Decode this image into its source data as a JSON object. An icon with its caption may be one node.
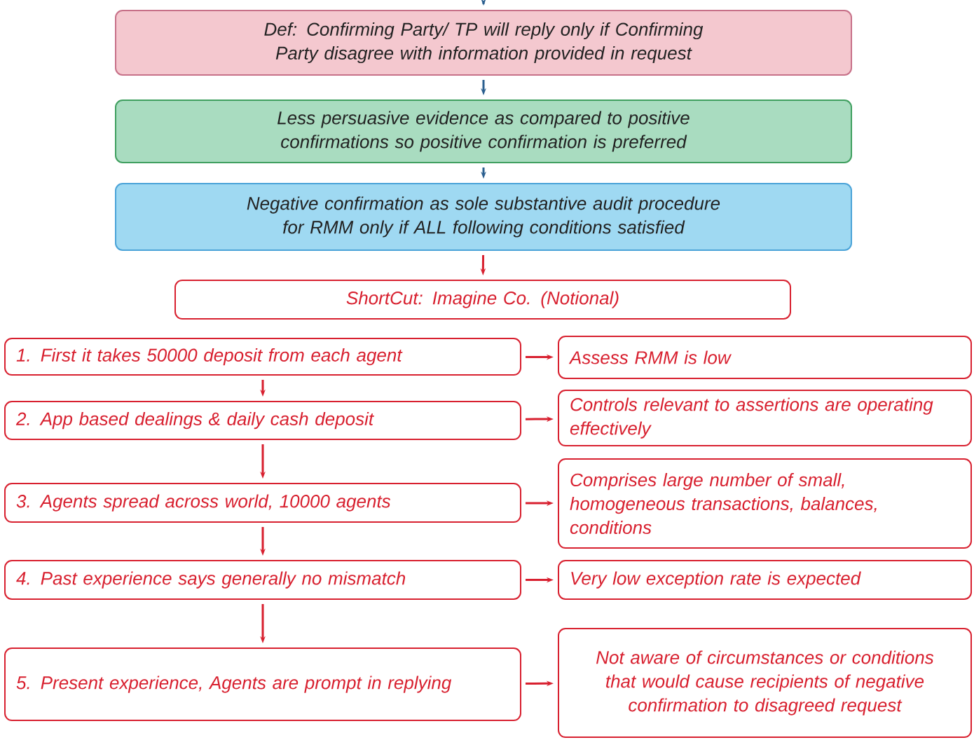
{
  "diagram": {
    "nodes": [
      {
        "text": [
          "Def: Confirming Party/ TP will reply only if Confirming Party disagree with information provided in request"
        ]
      },
      {
        "text": [
          "Less persuasive evidence as compared to positive confirmations so positive confirmation is preferred"
        ]
      },
      {
        "text": [
          "Negative confirmation as sole substantive audit procedure for RMM only if ALL following conditions satisfied"
        ]
      },
      {
        "text": [
          "ShortCut: Imagine Co. (Notional)"
        ]
      },
      {
        "text": [
          "1. First it takes 50000 deposit from each agent"
        ]
      },
      {
        "text": [
          "Assess RMM is low"
        ]
      },
      {
        "text": [
          "2. App based dealings & daily cash deposit"
        ]
      },
      {
        "text": [
          "Controls relevant to assertions are operating effectively"
        ]
      },
      {
        "text": [
          "3. Agents spread across world, 10000 agents"
        ]
      },
      {
        "text": [
          "Comprises large number of small, homogeneous transactions, balances, conditions"
        ]
      },
      {
        "text": [
          "4. Past experience says generally no mismatch"
        ]
      },
      {
        "text": [
          "Very low exception rate is expected"
        ]
      },
      {
        "text": [
          "5. Present experience, Agents are prompt in replying"
        ]
      },
      {
        "text": [
          "Not aware of circumstances or conditions that would cause recipients of negative confirmation to disagreed request"
        ]
      }
    ],
    "edges": [
      {
        "from": null,
        "to": 0,
        "arrow": "to",
        "color": "#2b5f8f"
      },
      {
        "from": 0,
        "to": 1,
        "arrow": "to",
        "color": "#2b5f8f"
      },
      {
        "from": 1,
        "to": 2,
        "arrow": "to",
        "color": "#2b5f8f"
      },
      {
        "from": 2,
        "to": 3,
        "arrow": "to"
      },
      {
        "from": 4,
        "to": 5,
        "arrow": "to"
      },
      {
        "from": 4,
        "to": 6,
        "arrow": "to"
      },
      {
        "from": 6,
        "to": 7,
        "arrow": "to"
      },
      {
        "from": 6,
        "to": 8,
        "arrow": "to"
      },
      {
        "from": 8,
        "to": 9,
        "arrow": "to"
      },
      {
        "from": 8,
        "to": 10,
        "arrow": "to"
      },
      {
        "from": 10,
        "to": 11,
        "arrow": "to"
      },
      {
        "from": 10,
        "to": 12,
        "arrow": "to"
      },
      {
        "from": 12,
        "to": 13,
        "arrow": "to"
      }
    ]
  }
}
